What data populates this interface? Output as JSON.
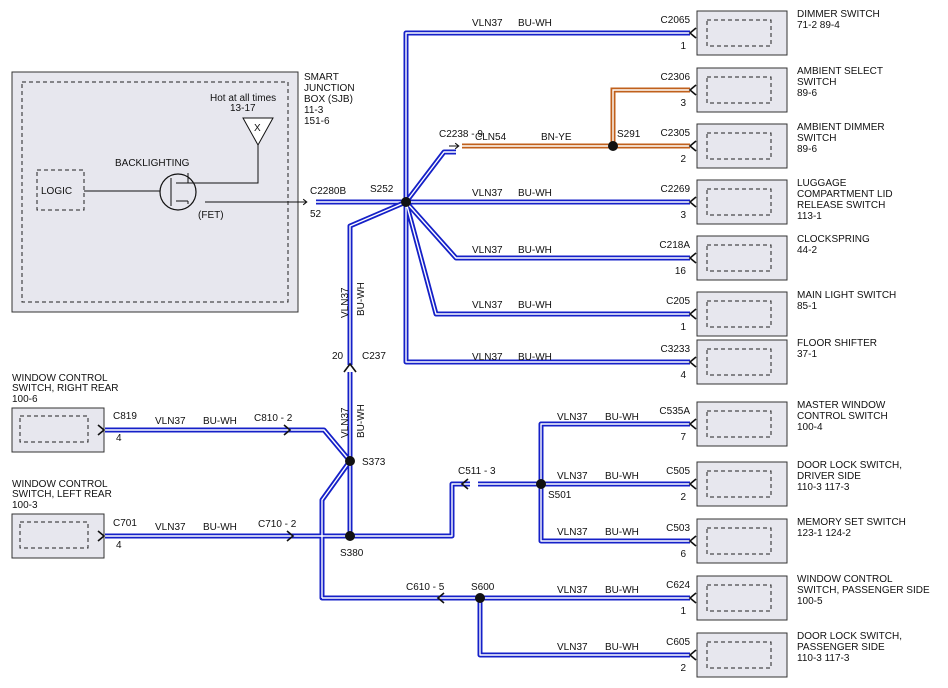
{
  "sjb": {
    "title1": "SMART",
    "title2": "JUNCTION",
    "title3": "BOX (SJB)",
    "ref1": "11-3",
    "ref2": "151-6",
    "hot": "Hot at all times",
    "hot_ref": "13-17",
    "fuse_mark": "X",
    "backlighting": "BACKLIGHTING",
    "logic": "LOGIC",
    "fet": "(FET)",
    "connector": "C2280B",
    "pin": "52"
  },
  "splices": {
    "s252": "S252",
    "s291": "S291",
    "s373": "S373",
    "s380": "S380",
    "s501": "S501",
    "s600": "S600"
  },
  "inline_connectors": {
    "c2238": "C2238 - 9",
    "c237": "C237",
    "c237_pin": "20",
    "c810": "C810 - 2",
    "c710": "C710 - 2",
    "c511": "C511 - 3",
    "c610": "C610 - 5"
  },
  "circuit": {
    "vln37": "VLN37",
    "buwh": "BU-WH",
    "cln54": "CLN54",
    "bnye": "BN-YE"
  },
  "right_components": [
    {
      "connector": "C2065",
      "pin": "1",
      "name1": "DIMMER SWITCH",
      "name2": "",
      "name3": "",
      "ref": "71-2   89-4"
    },
    {
      "connector": "C2306",
      "pin": "3",
      "name1": "AMBIENT SELECT",
      "name2": "SWITCH",
      "name3": "",
      "ref": "89-6"
    },
    {
      "connector": "C2305",
      "pin": "2",
      "name1": "AMBIENT DIMMER",
      "name2": "SWITCH",
      "name3": "",
      "ref": "89-6"
    },
    {
      "connector": "C2269",
      "pin": "3",
      "name1": "LUGGAGE",
      "name2": "COMPARTMENT LID",
      "name3": "RELEASE SWITCH",
      "ref": "113-1"
    },
    {
      "connector": "C218A",
      "pin": "16",
      "name1": "CLOCKSPRING",
      "name2": "",
      "name3": "",
      "ref": "44-2"
    },
    {
      "connector": "C205",
      "pin": "1",
      "name1": "MAIN LIGHT SWITCH",
      "name2": "",
      "name3": "",
      "ref": "85-1"
    },
    {
      "connector": "C3233",
      "pin": "4",
      "name1": "FLOOR SHIFTER",
      "name2": "",
      "name3": "",
      "ref": "37-1"
    },
    {
      "connector": "C535A",
      "pin": "7",
      "name1": "MASTER WINDOW",
      "name2": "CONTROL SWITCH",
      "name3": "",
      "ref": "100-4"
    },
    {
      "connector": "C505",
      "pin": "2",
      "name1": "DOOR LOCK SWITCH,",
      "name2": "DRIVER SIDE",
      "name3": "",
      "ref": "110-3    117-3"
    },
    {
      "connector": "C503",
      "pin": "6",
      "name1": "MEMORY SET SWITCH",
      "name2": "",
      "name3": "",
      "ref": "123-1    124-2"
    },
    {
      "connector": "C624",
      "pin": "1",
      "name1": "WINDOW CONTROL",
      "name2": "SWITCH, PASSENGER SIDE",
      "name3": "",
      "ref": "100-5"
    },
    {
      "connector": "C605",
      "pin": "2",
      "name1": "DOOR LOCK SWITCH,",
      "name2": "PASSENGER SIDE",
      "name3": "",
      "ref": "110-3    117-3"
    }
  ],
  "left_components": [
    {
      "connector": "C819",
      "pin": "4",
      "name1": "WINDOW CONTROL",
      "name2": "SWITCH, RIGHT REAR",
      "ref": "100-6"
    },
    {
      "connector": "C701",
      "pin": "4",
      "name1": "WINDOW CONTROL",
      "name2": "SWITCH, LEFT REAR",
      "ref": "100-3"
    }
  ],
  "colors": {
    "wire_blue": "#1520c8",
    "wire_brown": "#c0601c",
    "box_fill": "#e7e7ee"
  }
}
